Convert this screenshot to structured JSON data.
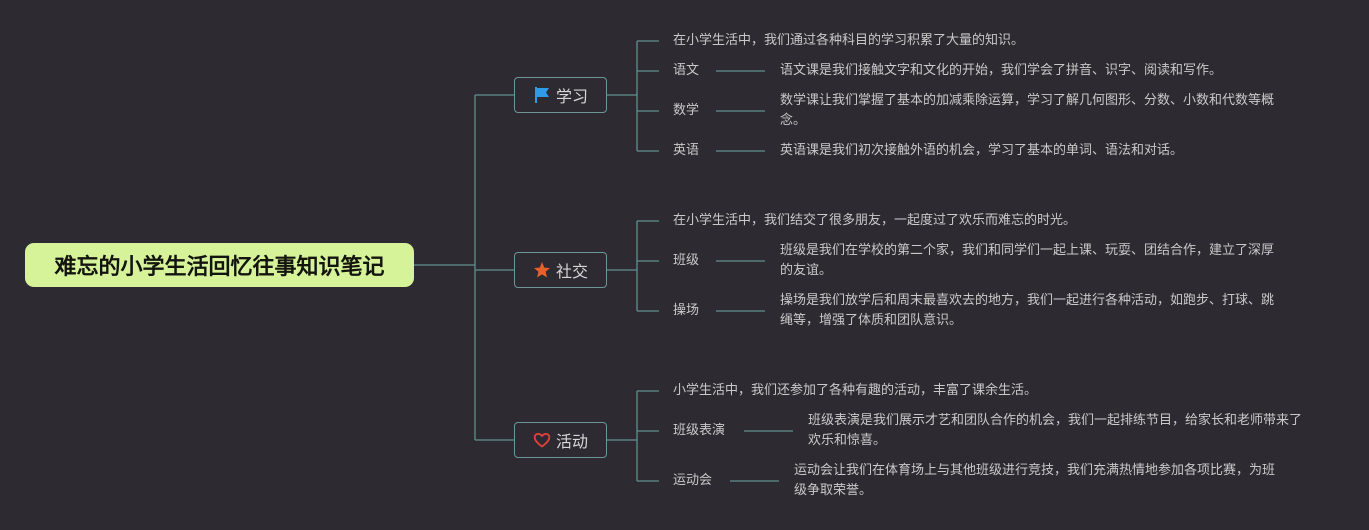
{
  "root": {
    "title": "难忘的小学生活回忆往事知识笔记"
  },
  "colors": {
    "background": "#2d2a31",
    "root": "#d6f39a",
    "line": "#5f8f8f",
    "flag": "#2f9be6",
    "star": "#e5602b",
    "heart": "#e0413a"
  },
  "branches": [
    {
      "label": "学习",
      "icon": "flag-icon",
      "summary": "在小学生活中，我们通过各种科目的学习积累了大量的知识。",
      "items": [
        {
          "label": "语文",
          "desc": "语文课是我们接触文字和文化的开始，我们学会了拼音、识字、阅读和写作。"
        },
        {
          "label": "数学",
          "desc": "数学课让我们掌握了基本的加减乘除运算，学习了解几何图形、分数、小数和代数等概念。"
        },
        {
          "label": "英语",
          "desc": "英语课是我们初次接触外语的机会，学习了基本的单词、语法和对话。"
        }
      ]
    },
    {
      "label": "社交",
      "icon": "star-icon",
      "summary": "在小学生活中，我们结交了很多朋友，一起度过了欢乐而难忘的时光。",
      "items": [
        {
          "label": "班级",
          "desc": "班级是我们在学校的第二个家，我们和同学们一起上课、玩耍、团结合作，建立了深厚的友谊。"
        },
        {
          "label": "操场",
          "desc": "操场是我们放学后和周末最喜欢去的地方，我们一起进行各种活动，如跑步、打球、跳绳等，增强了体质和团队意识。"
        }
      ]
    },
    {
      "label": "活动",
      "icon": "heart-icon",
      "summary": "小学生活中，我们还参加了各种有趣的活动，丰富了课余生活。",
      "items": [
        {
          "label": "班级表演",
          "desc": "班级表演是我们展示才艺和团队合作的机会，我们一起排练节目，给家长和老师带来了欢乐和惊喜。"
        },
        {
          "label": "运动会",
          "desc": "运动会让我们在体育场上与其他班级进行竞技，我们充满热情地参加各项比赛，为班级争取荣誉。"
        }
      ]
    }
  ]
}
